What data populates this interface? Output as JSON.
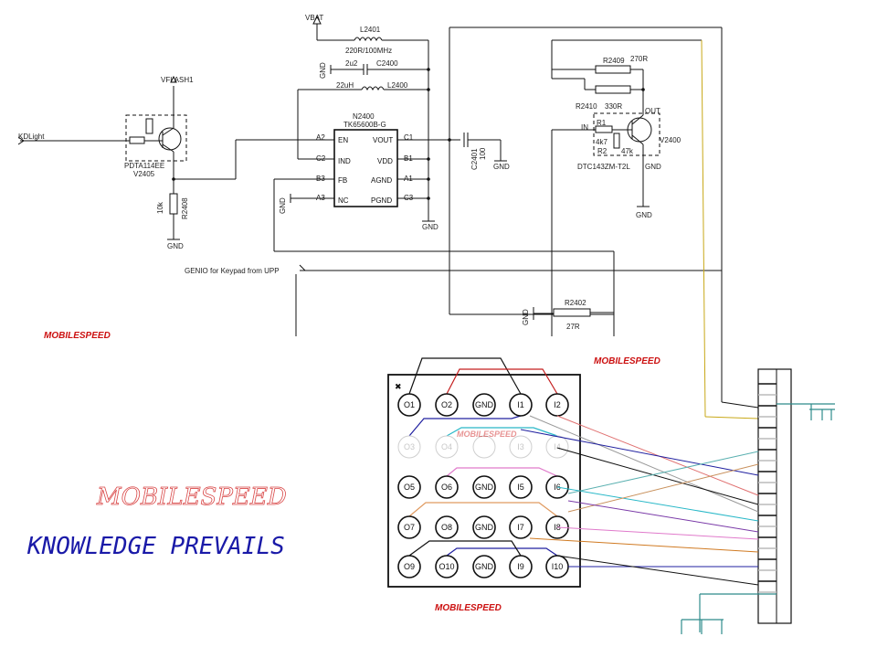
{
  "labels": {
    "vbat": "VBAT",
    "vflash": "VFLASH1",
    "kdlight": "KDLight",
    "pdta": "PDTA114EE",
    "v2405": "V2405",
    "r2408": "R2408",
    "r2408_val": "10k",
    "gnd": "GND",
    "l2401": "L2401",
    "l2401_val": "220R/100MHz",
    "c2400": "C2400",
    "c2400_val": "2u2",
    "l2400": "L2400",
    "l2400_val": "22uH",
    "n2400": "N2400",
    "tk": "TK65600B-G",
    "c2401": "C2401",
    "c2401_val": "100",
    "r2409": "R2409",
    "r2409_val": "270R",
    "r2410": "R2410",
    "r2410_val": "330R",
    "in": "IN",
    "out": "OUT",
    "r1": "R1",
    "r2": "R2",
    "r1_val": "4k7",
    "r2_val": "47k",
    "v2400": "V2400",
    "dtc": "DTC143ZM-T2L",
    "r2402": "R2402",
    "r2402_val": "27R",
    "genio": "GENIO for Keypad from UPP"
  },
  "ic_pins": {
    "left": [
      {
        "ball": "A2",
        "name": "EN"
      },
      {
        "ball": "C2",
        "name": "IND"
      },
      {
        "ball": "B3",
        "name": "FB"
      },
      {
        "ball": "A3",
        "name": "NC"
      }
    ],
    "right": [
      {
        "ball": "C1",
        "name": "VOUT"
      },
      {
        "ball": "B1",
        "name": "VDD"
      },
      {
        "ball": "A1",
        "name": "AGND"
      },
      {
        "ball": "C3",
        "name": "PGND"
      }
    ]
  },
  "keypad": {
    "rows": [
      [
        "O1",
        "O2",
        "GND",
        "I1",
        "I2"
      ],
      [
        "O3",
        "O4",
        "",
        "I3",
        "I4"
      ],
      [
        "O5",
        "O6",
        "GND",
        "I5",
        "I6"
      ],
      [
        "O7",
        "O8",
        "GND",
        "I7",
        "I8"
      ],
      [
        "O9",
        "O10",
        "GND",
        "I9",
        "I10"
      ]
    ],
    "faint_row": 1
  },
  "watermarks": {
    "small": "MOBILESPEED",
    "big": "MOBILESPEED",
    "tagline": "KNOWLEDGE PREVAILS"
  },
  "colors": {
    "watermark_red": "#cc1111",
    "watermark_blue": "#1a1aa8",
    "wire_teal": "#2e8b8b"
  }
}
